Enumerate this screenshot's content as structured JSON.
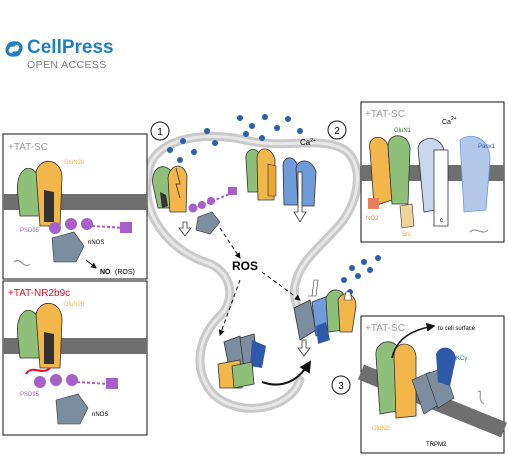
{
  "header": {
    "brand": "CellPress",
    "subtitle": "OPEN ACCESS"
  },
  "diagram": {
    "ros": "ROS",
    "steps": [
      "1",
      "2",
      "3"
    ],
    "ca_center": "Ca",
    "ca_sup": "2+",
    "to_surface": "to cell surface",
    "no_label": "NO",
    "ros_paren": "(ROS)"
  },
  "panels": {
    "tat_sc_left": {
      "title": "+TAT-SC",
      "glun2b": "GluN2b",
      "psd95": "PSD95",
      "nnos": "nNOS"
    },
    "tat_nr2b9c": {
      "title": "+TAT-NR2b9c",
      "glun2b": "GluN2b",
      "psd95": "PSD95",
      "nnos": "nNOS"
    },
    "tat_sc_right": {
      "title": "+TAT-SC",
      "glun1": "GluN1",
      "ca": "Ca",
      "ca_sup": "2+",
      "panx1": "Panx1",
      "no2": "NO2",
      "src": "Src",
      "c": "c"
    },
    "tat_sc_bottom": {
      "title": "+TAT-SC",
      "pkcg": "PKCγ",
      "glun2": "GluN2",
      "trpm2": "TRPM2"
    }
  },
  "colors": {
    "brand": "#1f7fc1",
    "glun1": "#8fc07a",
    "glun2": "#f2b64a",
    "glun2_dark": "#e8a832",
    "psd95": "#a860c8",
    "nnos": "#7d8da0",
    "panx1": "#6f9bd8",
    "pkc": "#2e58a8",
    "membrane": "#6f6f6f",
    "ca_dots": "#2d5fa8",
    "nr2b9c": "#e0102a"
  }
}
